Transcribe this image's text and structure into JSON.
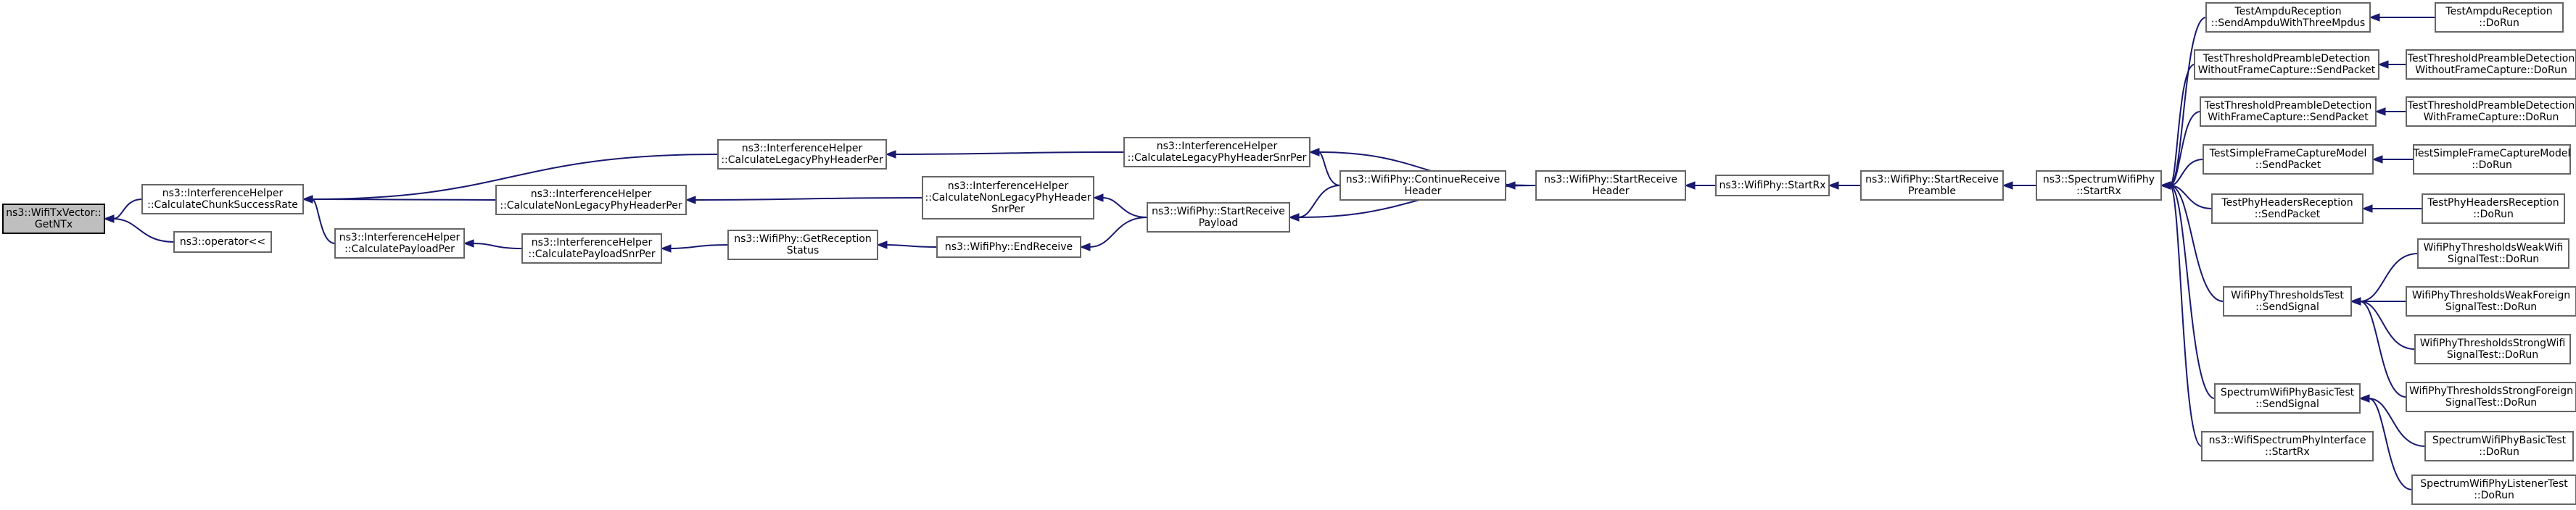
{
  "graph": {
    "nodes": [
      {
        "id": "wifitxvector_getntx",
        "lines": [
          "ns3::WifiTxVector::",
          "GetNTx"
        ],
        "root": true
      },
      {
        "id": "calc_chunk_success_rate",
        "lines": [
          "ns3::InterferenceHelper",
          "::CalculateChunkSuccessRate"
        ]
      },
      {
        "id": "operator_lshift",
        "lines": [
          "ns3::operator<<"
        ]
      },
      {
        "id": "calc_payload_per",
        "lines": [
          "ns3::InterferenceHelper",
          "::CalculatePayloadPer"
        ]
      },
      {
        "id": "calc_nonlegacy_phyheader_per",
        "lines": [
          "ns3::InterferenceHelper",
          "::CalculateNonLegacyPhyHeaderPer"
        ]
      },
      {
        "id": "calc_legacy_phyheader_per",
        "lines": [
          "ns3::InterferenceHelper",
          "::CalculateLegacyPhyHeaderPer"
        ]
      },
      {
        "id": "calc_payload_snr_per",
        "lines": [
          "ns3::InterferenceHelper",
          "::CalculatePayloadSnrPer"
        ]
      },
      {
        "id": "get_reception_status",
        "lines": [
          "ns3::WifiPhy::GetReception",
          "Status"
        ]
      },
      {
        "id": "calc_nonlegacy_phyheader_snr_per",
        "lines": [
          "ns3::InterferenceHelper",
          "::CalculateNonLegacyPhyHeader",
          "SnrPer"
        ]
      },
      {
        "id": "end_receive",
        "lines": [
          "ns3::WifiPhy::EndReceive"
        ]
      },
      {
        "id": "calc_legacy_phyheader_snr_per",
        "lines": [
          "ns3::InterferenceHelper",
          "::CalculateLegacyPhyHeaderSnrPer"
        ]
      },
      {
        "id": "start_receive_payload",
        "lines": [
          "ns3::WifiPhy::StartReceive",
          "Payload"
        ]
      },
      {
        "id": "continue_receive_header",
        "lines": [
          "ns3::WifiPhy::ContinueReceive",
          "Header"
        ]
      },
      {
        "id": "start_receive_header",
        "lines": [
          "ns3::WifiPhy::StartReceive",
          "Header"
        ]
      },
      {
        "id": "wifiphy_start_rx",
        "lines": [
          "ns3::WifiPhy::StartRx"
        ]
      },
      {
        "id": "start_receive_preamble",
        "lines": [
          "ns3::WifiPhy::StartReceive",
          "Preamble"
        ]
      },
      {
        "id": "spectrum_start_rx",
        "lines": [
          "ns3::SpectrumWifiPhy",
          "::StartRx"
        ]
      },
      {
        "id": "ampdu_send",
        "lines": [
          "TestAmpduReception",
          "::SendAmpduWithThreeMpdus"
        ]
      },
      {
        "id": "threshold_without_send",
        "lines": [
          "TestThresholdPreambleDetection",
          "WithoutFrameCapture::SendPacket"
        ]
      },
      {
        "id": "threshold_with_send",
        "lines": [
          "TestThresholdPreambleDetection",
          "WithFrameCapture::SendPacket"
        ]
      },
      {
        "id": "simple_capture_send",
        "lines": [
          "TestSimpleFrameCaptureModel",
          "::SendPacket"
        ]
      },
      {
        "id": "phyheaders_send",
        "lines": [
          "TestPhyHeadersReception",
          "::SendPacket"
        ]
      },
      {
        "id": "thresholds_send_signal",
        "lines": [
          "WifiPhyThresholdsTest",
          "::SendSignal"
        ]
      },
      {
        "id": "basic_send_signal",
        "lines": [
          "SpectrumWifiPhyBasicTest",
          "::SendSignal"
        ]
      },
      {
        "id": "wifispectrum_start_rx",
        "lines": [
          "ns3::WifiSpectrumPhyInterface",
          "::StartRx"
        ]
      },
      {
        "id": "ampdu_dorun",
        "lines": [
          "TestAmpduReception",
          "::DoRun"
        ]
      },
      {
        "id": "threshold_without_dorun",
        "lines": [
          "TestThresholdPreambleDetection",
          "WithoutFrameCapture::DoRun"
        ]
      },
      {
        "id": "threshold_with_dorun",
        "lines": [
          "TestThresholdPreambleDetection",
          "WithFrameCapture::DoRun"
        ]
      },
      {
        "id": "simple_capture_dorun",
        "lines": [
          "TestSimpleFrameCaptureModel",
          "::DoRun"
        ]
      },
      {
        "id": "phyheaders_dorun",
        "lines": [
          "TestPhyHeadersReception",
          "::DoRun"
        ]
      },
      {
        "id": "weak_wifi_dorun",
        "lines": [
          "WifiPhyThresholdsWeakWifi",
          "SignalTest::DoRun"
        ]
      },
      {
        "id": "weak_foreign_dorun",
        "lines": [
          "WifiPhyThresholdsWeakForeign",
          "SignalTest::DoRun"
        ]
      },
      {
        "id": "strong_wifi_dorun",
        "lines": [
          "WifiPhyThresholdsStrongWifi",
          "SignalTest::DoRun"
        ]
      },
      {
        "id": "strong_foreign_dorun",
        "lines": [
          "WifiPhyThresholdsStrongForeign",
          "SignalTest::DoRun"
        ]
      },
      {
        "id": "basic_dorun",
        "lines": [
          "SpectrumWifiPhyBasicTest",
          "::DoRun"
        ]
      },
      {
        "id": "listener_dorun",
        "lines": [
          "SpectrumWifiPhyListenerTest",
          "::DoRun"
        ]
      }
    ],
    "edges": [
      [
        "calc_chunk_success_rate",
        "wifitxvector_getntx"
      ],
      [
        "operator_lshift",
        "wifitxvector_getntx"
      ],
      [
        "calc_payload_per",
        "calc_chunk_success_rate"
      ],
      [
        "calc_nonlegacy_phyheader_per",
        "calc_chunk_success_rate"
      ],
      [
        "calc_legacy_phyheader_per",
        "calc_chunk_success_rate"
      ],
      [
        "calc_payload_snr_per",
        "calc_payload_per"
      ],
      [
        "calc_nonlegacy_phyheader_snr_per",
        "calc_nonlegacy_phyheader_per"
      ],
      [
        "calc_legacy_phyheader_snr_per",
        "calc_legacy_phyheader_per"
      ],
      [
        "get_reception_status",
        "calc_payload_snr_per"
      ],
      [
        "end_receive",
        "get_reception_status"
      ],
      [
        "start_receive_payload",
        "calc_nonlegacy_phyheader_snr_per"
      ],
      [
        "start_receive_payload",
        "end_receive"
      ],
      [
        "continue_receive_header",
        "calc_legacy_phyheader_snr_per"
      ],
      [
        "start_receive_header",
        "calc_legacy_phyheader_snr_per"
      ],
      [
        "continue_receive_header",
        "start_receive_payload"
      ],
      [
        "start_receive_header",
        "start_receive_payload"
      ],
      [
        "start_receive_header",
        "continue_receive_header"
      ],
      [
        "wifiphy_start_rx",
        "start_receive_header"
      ],
      [
        "start_receive_preamble",
        "wifiphy_start_rx"
      ],
      [
        "spectrum_start_rx",
        "start_receive_preamble"
      ],
      [
        "ampdu_send",
        "spectrum_start_rx"
      ],
      [
        "threshold_without_send",
        "spectrum_start_rx"
      ],
      [
        "threshold_with_send",
        "spectrum_start_rx"
      ],
      [
        "simple_capture_send",
        "spectrum_start_rx"
      ],
      [
        "phyheaders_send",
        "spectrum_start_rx"
      ],
      [
        "thresholds_send_signal",
        "spectrum_start_rx"
      ],
      [
        "basic_send_signal",
        "spectrum_start_rx"
      ],
      [
        "wifispectrum_start_rx",
        "spectrum_start_rx"
      ],
      [
        "ampdu_dorun",
        "ampdu_send"
      ],
      [
        "threshold_without_dorun",
        "threshold_without_send"
      ],
      [
        "threshold_with_dorun",
        "threshold_with_send"
      ],
      [
        "simple_capture_dorun",
        "simple_capture_send"
      ],
      [
        "phyheaders_dorun",
        "phyheaders_send"
      ],
      [
        "weak_wifi_dorun",
        "thresholds_send_signal"
      ],
      [
        "weak_foreign_dorun",
        "thresholds_send_signal"
      ],
      [
        "strong_wifi_dorun",
        "thresholds_send_signal"
      ],
      [
        "strong_foreign_dorun",
        "thresholds_send_signal"
      ],
      [
        "basic_dorun",
        "basic_send_signal"
      ],
      [
        "listener_dorun",
        "basic_send_signal"
      ]
    ]
  },
  "colors": {
    "edge": "#191970",
    "node_border": "#666666",
    "root_fill": "#bfbfbf",
    "root_border": "#000000"
  }
}
